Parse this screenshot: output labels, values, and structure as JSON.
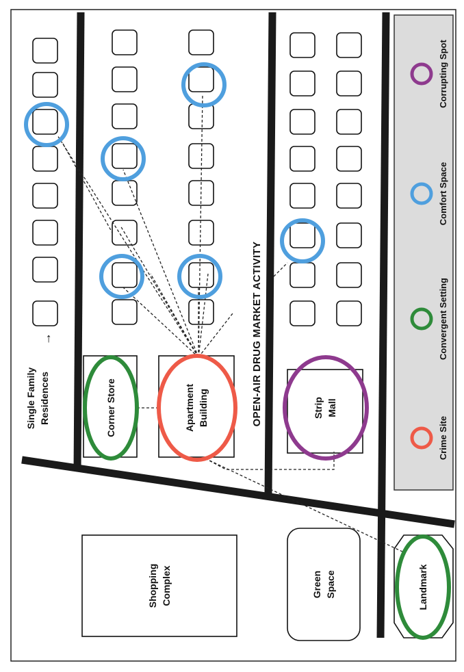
{
  "labels": {
    "single_family_line1": "Single Family",
    "single_family_line2": "Residences",
    "arrow": "→",
    "corner_store": "Corner Store",
    "apartment_line1": "Apartment",
    "apartment_line2": "Building",
    "strip_line1": "Strip",
    "strip_line2": "Mall",
    "open_air": "OPEN-AIR DRUG MARKET ACTIVITY",
    "shopping_line1": "Shopping",
    "shopping_line2": "Complex",
    "green_line1": "Green",
    "green_line2": "Space",
    "landmark": "Landmark"
  },
  "legend": {
    "items": [
      {
        "label": "Crime Site",
        "color": "#ee5a48"
      },
      {
        "label": "Convergent Setting",
        "color": "#2e8b3a"
      },
      {
        "label": "Comfort Space",
        "color": "#4f9fde"
      },
      {
        "label": "Corrupting Spot",
        "color": "#8e3a8e"
      }
    ]
  },
  "colors": {
    "crime_site": "#ee5a48",
    "convergent_setting": "#2e8b3a",
    "comfort_space": "#4f9fde",
    "corrupting_spot": "#8e3a8e",
    "road": "#1a1a1a",
    "legend_bg": "#dcdcdc"
  }
}
